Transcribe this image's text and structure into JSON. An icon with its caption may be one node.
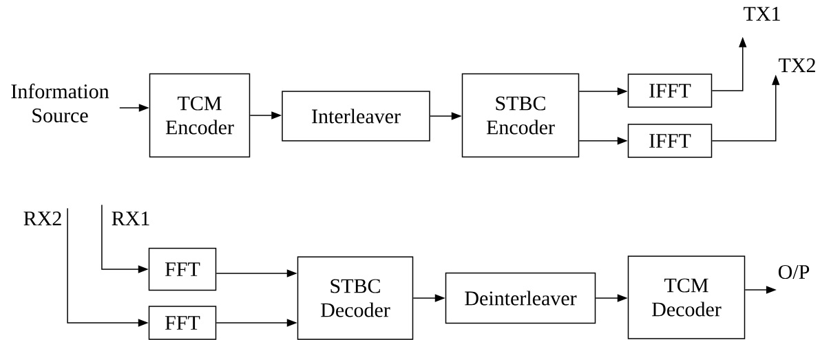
{
  "diagram": {
    "nodes": [
      {
        "text": [
          "Information Source"
        ]
      },
      {
        "text": [
          "TCM Encoder"
        ]
      },
      {
        "text": [
          "Interleaver"
        ]
      },
      {
        "text": [
          "STBC Encoder"
        ]
      },
      {
        "text": [
          "IFFT"
        ]
      },
      {
        "text": [
          "IFFT"
        ]
      },
      {
        "text": [
          "TX1"
        ]
      },
      {
        "text": [
          "TX2"
        ]
      },
      {
        "text": [
          "RX2"
        ]
      },
      {
        "text": [
          "RX1"
        ]
      },
      {
        "text": [
          "FFT"
        ]
      },
      {
        "text": [
          "FFT"
        ]
      },
      {
        "text": [
          "STBC Decoder"
        ]
      },
      {
        "text": [
          "Deinterleaver"
        ]
      },
      {
        "text": [
          "TCM Decoder"
        ]
      },
      {
        "text": [
          "O/P"
        ]
      }
    ],
    "edges": [
      {
        "from": 0,
        "to": 1,
        "arrow": "to"
      },
      {
        "from": 1,
        "to": 2,
        "arrow": "to"
      },
      {
        "from": 2,
        "to": 3,
        "arrow": "to"
      },
      {
        "from": 3,
        "to": 4,
        "arrow": "to"
      },
      {
        "from": 3,
        "to": 5,
        "arrow": "to"
      },
      {
        "from": 4,
        "to": 6,
        "arrow": "to"
      },
      {
        "from": 5,
        "to": 7,
        "arrow": "to"
      },
      {
        "from": 8,
        "to": 11,
        "arrow": "to"
      },
      {
        "from": 9,
        "to": 10,
        "arrow": "to"
      },
      {
        "from": 10,
        "to": 12,
        "arrow": "to"
      },
      {
        "from": 11,
        "to": 12,
        "arrow": "to"
      },
      {
        "from": 12,
        "to": 13,
        "arrow": "to"
      },
      {
        "from": 13,
        "to": 14,
        "arrow": "to"
      },
      {
        "from": 14,
        "to": 15,
        "arrow": "to"
      }
    ]
  }
}
